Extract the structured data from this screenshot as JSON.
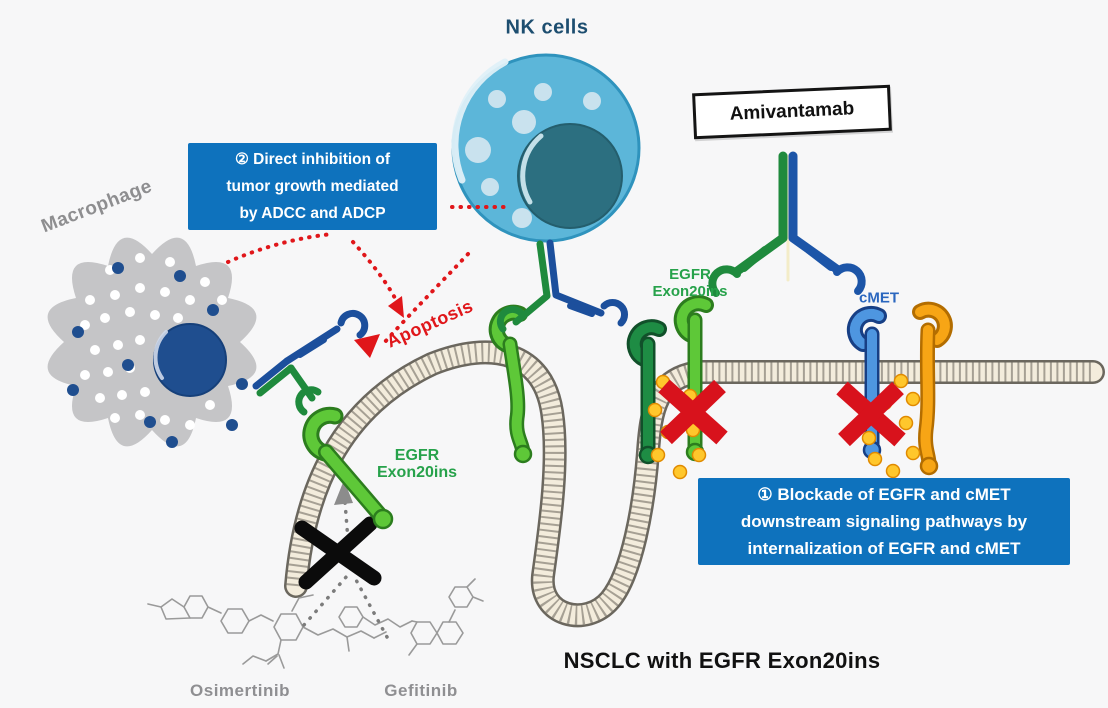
{
  "title": "NSCLC with EGFR Exon20ins",
  "cells": {
    "nk_label": "NK cells",
    "macrophage_label": "Macrophage"
  },
  "drug": {
    "name": "Amivantamab"
  },
  "callouts": {
    "direct_inhibition": {
      "lines": [
        "② Direct inhibition of",
        "tumor growth mediated",
        "by ADCC and ADCP"
      ]
    },
    "blockade": {
      "lines": [
        "① Blockade of EGFR and cMET",
        "downstream signaling pathways by",
        "internalization of EGFR and cMET"
      ]
    }
  },
  "receptors": {
    "egfr_membrane": {
      "line1": "EGFR",
      "line2": "Exon20ins"
    },
    "egfr_internalized": {
      "line1": "EGFR",
      "line2": "Exon20ins"
    },
    "cmet": {
      "label": "cMET"
    }
  },
  "process": {
    "apoptosis_label": "Apoptosis"
  },
  "tki": {
    "osimertinib": "Osimertinib",
    "gefitinib": "Gefitinib"
  },
  "icons": {
    "nk_cell": "nk-cell-illustration",
    "macrophage": "macrophage-illustration",
    "bispecific_antibody": "antibody-y-icon",
    "membrane": "cell-membrane-coil",
    "red_x": "red-cross-mark",
    "black_x": "black-cross-mark",
    "phospho_dot": "yellow-phosphorylation-dot",
    "red_dotted_arrow": "red-dotted-arrow",
    "gray_dotted_arrow": "gray-dotted-arrow",
    "chem_structure": "chemical-structure-sketch"
  },
  "colors": {
    "background": "#f7f7f8",
    "callout_bg": "#0e72bd",
    "callout_text": "#ffffff",
    "nk_text": "#1d4e70",
    "nk_cell": "#5cb6d9",
    "nk_nucleus": "#2c6f80",
    "macrophage_body": "#c5c5c7",
    "macrophage_nucleus": "#1f4e8f",
    "egfr_green_label": "#27a24b",
    "receptor_light_green": "#5ec838",
    "receptor_dark_green": "#1e8c44",
    "cmet_label": "#2b67bf",
    "receptor_blue": "#4e96e0",
    "receptor_orange": "#f7a515",
    "antibody_green": "#1f8a3d",
    "antibody_blue": "#1c55a8",
    "phospho_yellow": "#ffc72c",
    "inhibit_red": "#d8121c",
    "apoptosis_red": "#e0161a",
    "membrane_beige": "#f3ecdc",
    "tki_gray": "#8f8f92",
    "title_black": "#111111"
  }
}
